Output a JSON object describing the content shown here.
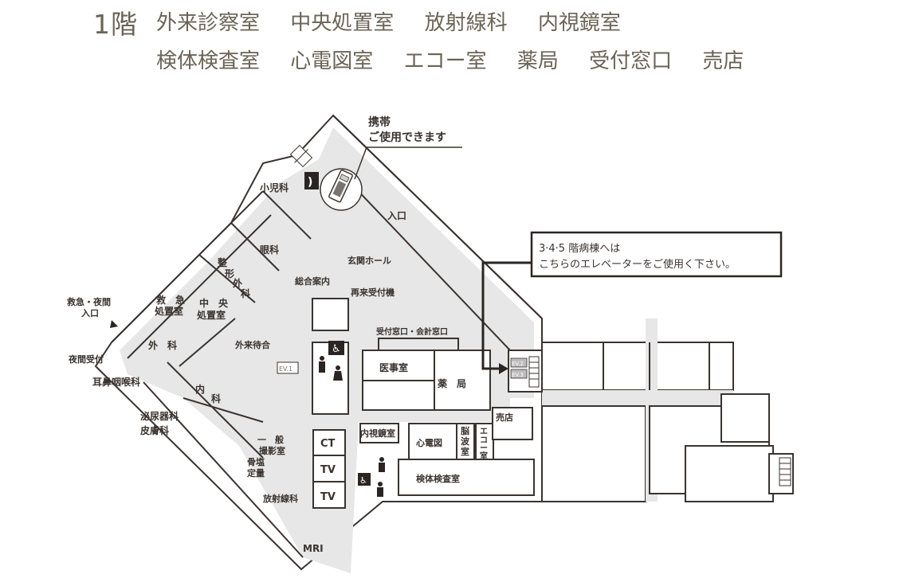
{
  "header": {
    "floor": "1階",
    "facilities_row1": [
      "外来診察室",
      "中央処置室",
      "放射線科",
      "内視鏡室"
    ],
    "facilities_row2": [
      "検体検査室",
      "心電図室",
      "エコー室",
      "薬局",
      "受付窓口",
      "売店"
    ],
    "text_color": "#6b6456"
  },
  "map": {
    "wall_color": "#3a3330",
    "corridor_color": "#e6e7e6",
    "callout_mobile": {
      "line1": "携帯",
      "line2": "ご使用できます"
    },
    "callout_elevator": {
      "line1": "3·4·5 階病棟へは",
      "line2": "こちらのエレベーターをご使用く下さい。"
    },
    "rooms": {
      "pediatrics": "小児科",
      "ophthalmology": "眼科",
      "orthopedics": "整形外科",
      "emergency_treatment": [
        "救　急",
        "処置室"
      ],
      "central_treatment": [
        "中　央",
        "処置室"
      ],
      "emergency_entrance": [
        "救急・夜間",
        "入口"
      ],
      "night_reception": "夜間受付",
      "surgery": "外　科",
      "ent": "耳鼻咽喉科",
      "internal_medicine": [
        "内",
        "科"
      ],
      "urology": "泌尿器科",
      "dermatology": "皮膚科",
      "general_xray": [
        "一　般",
        "撮影室"
      ],
      "bone_density": [
        "骨塩",
        "定量"
      ],
      "radiology": "放射線科",
      "mri": "MRI",
      "ct": "CT",
      "tv1": "TV",
      "tv2": "TV",
      "entrance": "入口",
      "entrance_hall": "玄関ホール",
      "information": "総合案内",
      "reentry_machine": "再来受付機",
      "outpatient_waiting": "外来待合",
      "reception_counter": "受付窓口・会計窓口",
      "medical_affairs": "医事室",
      "pharmacy": "薬　局",
      "endoscopy": "内視鏡室",
      "ecg": "心電図",
      "eeg": [
        "脳",
        "波",
        "室"
      ],
      "echo": [
        "エ",
        "コ",
        "ー",
        "室"
      ],
      "shop": "売店",
      "specimen_lab": "検体検査室",
      "ev1": "EV.1",
      "ev2": "EV.2",
      "ev3": "EV.3"
    }
  }
}
